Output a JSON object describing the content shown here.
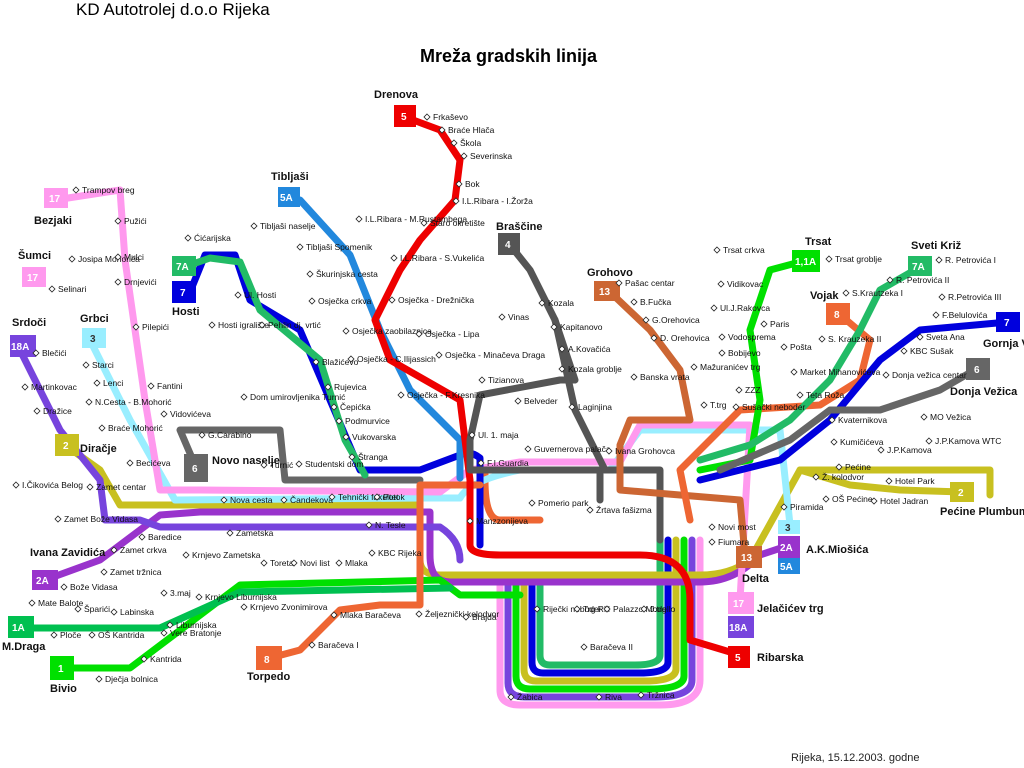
{
  "header": {
    "company": "KD Autotrolej d.o.o Rijeka",
    "title": "Mreža gradskih linija"
  },
  "footer": {
    "date": "Rijeka, 15.12.2003. godne"
  },
  "colors": {
    "line1": "#00e000",
    "line1A": "#00c050",
    "line2": "#c8c020",
    "line2A": "#9933cc",
    "line3": "#99eeff",
    "line4": "#555555",
    "line5": "#ee0000",
    "line5A": "#2288dd",
    "line6": "#666666",
    "line7": "#0000dd",
    "line7A": "#22bb66",
    "line8": "#ee6633",
    "line13": "#cc6633",
    "line17": "#ff99ee",
    "line18A": "#7744dd"
  },
  "terminals": [
    {
      "id": "drenova",
      "name": "Drenova",
      "line": "5"
    },
    {
      "id": "tibljasi",
      "name": "Tibljaši",
      "line": "5A"
    },
    {
      "id": "brascine",
      "name": "Braščine",
      "line": "4"
    },
    {
      "id": "grohovo",
      "name": "Grohovo",
      "line": "13"
    },
    {
      "id": "trsat",
      "name": "Trsat",
      "line": "1,1A"
    },
    {
      "id": "sveti-kriz",
      "name": "Sveti Križ",
      "line": "7A"
    },
    {
      "id": "gornja-vezica",
      "name": "Gornja Vežica",
      "line": "7"
    },
    {
      "id": "vojak",
      "name": "Vojak",
      "line": "8"
    },
    {
      "id": "donja-vezica",
      "name": "Donja Vežica",
      "line": "6"
    },
    {
      "id": "pecine",
      "name": "Pećine Plumbum",
      "line": "2"
    },
    {
      "id": "a-k-miosica",
      "name": "A.K.Miošića",
      "line": "2A"
    },
    {
      "id": "delta",
      "name": "Delta",
      "line": "13"
    },
    {
      "id": "jelacicev",
      "name": "Jelačićev trg",
      "line": "17"
    },
    {
      "id": "ribarska",
      "name": "Ribarska",
      "line": "5"
    },
    {
      "id": "bezjaki",
      "name": "Bezjaki",
      "line": "17"
    },
    {
      "id": "sumci",
      "name": "Šumci",
      "line": "17"
    },
    {
      "id": "srdoci",
      "name": "Srdoči",
      "line": "18A"
    },
    {
      "id": "grbci",
      "name": "Grbci",
      "line": "3"
    },
    {
      "id": "hosti",
      "name": "Hosti",
      "line": "7"
    },
    {
      "id": "diracje",
      "name": "Diračje",
      "line": "2"
    },
    {
      "id": "novo-naselje",
      "name": "Novo naselje",
      "line": "6"
    },
    {
      "id": "ivana-zavidica",
      "name": "Ivana Zavidića",
      "line": "2A"
    },
    {
      "id": "m-draga",
      "name": "M.Draga",
      "line": "1A"
    },
    {
      "id": "bivio",
      "name": "Bivio",
      "line": "1"
    },
    {
      "id": "torpedo",
      "name": "Torpedo",
      "line": "8"
    }
  ],
  "stops": {
    "s1": "Frkaševo",
    "s2": "Braće Hlača",
    "s3": "Škola",
    "s4": "Severinska",
    "s5": "Bok",
    "s6": "I.L.Ribara - I.Žorža",
    "s7": "I.L.Ribara - M.Rustambega",
    "s8": "Staro okretište",
    "s9": "I.L.Ribara - S.Vukelića",
    "s10": "Tibljaši naselje",
    "s11": "Tibljaši Spomenik",
    "s12": "Škurinjska cesta",
    "s13": "Osječka crkva",
    "s14": "Osječka - Drežnička",
    "s15": "Osječka zaobilaznica",
    "s16": "Osječka - Lipa",
    "s17": "Osječka - C.Ilijassich",
    "s18": "Osječka - Minačeva Draga",
    "s19": "Osječka - F.Kresnika",
    "s20": "Ul. 1. maja",
    "s21": "Vinas",
    "s22": "Kozala",
    "s23": "Kapitanovo",
    "s24": "A.Kovačića",
    "s25": "Kozala groblje",
    "s26": "Tizianova",
    "s27": "Belveder",
    "s28": "Laginjina",
    "s29": "F.I.Guardia",
    "s30": "Guvernerova palača",
    "s31": "Pomerio park",
    "s32": "Žrtava fašizma",
    "s33": "Manzzonijeva",
    "s34": "N. Tesle",
    "s35": "Pašac centar",
    "s36": "B.Fučka",
    "s37": "G.Orehovica",
    "s38": "D. Orehovica",
    "s39": "Banska vrata",
    "s40": "Ivana Grohovca",
    "s41": "Trsat crkva",
    "s42": "Trsat groblje",
    "s43": "Vidikovac",
    "s44": "S.Krautzeka I",
    "s45": "Ul.J.Rakovca",
    "s46": "Paris",
    "s47": "S. Krauzeka II",
    "s48": "Vodosprema",
    "s49": "Pošta",
    "s50": "Bobijevo",
    "s51": "Mažuranićev trg",
    "s52": "ZZZ",
    "s53": "Market Mihanovićeva",
    "s54": "T.trg",
    "s55": "Sušački neboder",
    "s56": "Teta Roža",
    "s57": "R. Petrovića I",
    "s58": "R. Petrovića II",
    "s59": "R.Petrovića III",
    "s60": "F.Belulovića",
    "s61": "Sveta Ana",
    "s62": "KBC Sušak",
    "s63": "Donja vežica centar",
    "s64": "Kvaternikova",
    "s65": "MO Vežica",
    "s66": "Kumičićeva",
    "s67": "J.P.Kamova",
    "s68": "J.P.Kamova WTC",
    "s69": "Pećine",
    "s70": "Ž. kolodvor",
    "s71": "Hotel Park",
    "s72": "OŠ Pećine",
    "s73": "Hotel Jadran",
    "s74": "Piramida",
    "s75": "Novi most",
    "s76": "Fiumara",
    "s77": "Riječki neboder",
    "s78": "Trg RH",
    "s79": "Palazzo Modello",
    "s80": "J.trg",
    "s81": "Baračeva II",
    "s82": "Žabica",
    "s83": "Riva",
    "s84": "Tržnica",
    "s85": "Željeznički kolodvor",
    "s86": "Brajda",
    "s87": "Mlaka Baračeva",
    "s88": "Baračeva I",
    "s89": "Mlaka",
    "s90": "KBC Rijeka",
    "s91": "Novi list",
    "s92": "Toreta",
    "s93": "Krnjevo Zametska",
    "s94": "Krnjevo Liburnijska",
    "s95": "Krnjevo Zvonimirova",
    "s96": "Zametska",
    "s97": "Potok",
    "s98": "Tehnički fakultet",
    "s99": "Studentski dom",
    "s100": "Čandekova",
    "s101": "Nova cesta",
    "s102": "Turnić",
    "s103": "G.Carabino",
    "s104": "Vidovićeva",
    "s105": "Dom umirovljenika Turnić",
    "s106": "Štranga",
    "s107": "Vukovarska",
    "s108": "Podmurvice",
    "s109": "Čepićka",
    "s110": "Rujevica",
    "s111": "Blažićevo",
    "s112": "Pehlin dj. vrtić",
    "s113": "Hosti igralište",
    "s114": "Ul. Hosti",
    "s115": "Ćićarijska",
    "s116": "Trampov breg",
    "s117": "Pužići",
    "s118": "Mulci",
    "s119": "Drnjevići",
    "s120": "Josipa Mohorića",
    "s121": "Selinari",
    "s122": "Pilepići",
    "s123": "Blečići",
    "s124": "Starci",
    "s125": "Martinkovac",
    "s126": "Lenci",
    "s127": "N.Cesta - B.Mohorić",
    "s128": "Fantini",
    "s129": "Dražice",
    "s130": "Braće Mohorić",
    "s131": "Becićeva",
    "s132": "I.Čikovića Belog",
    "s133": "Zamet centar",
    "s134": "Zamet Bože Vidasa",
    "s135": "Baredice",
    "s136": "Zamet crkva",
    "s137": "Zamet tržnica",
    "s138": "Bože Vidasa",
    "s139": "Mate Balote",
    "s140": "Šparići",
    "s141": "Labinska",
    "s142": "3.maj",
    "s143": "Liburnijska",
    "s144": "Vere Bratonje",
    "s145": "Ploče",
    "s146": "OŠ Kantrida",
    "s147": "Kantrida",
    "s148": "Dječja bolnica"
  }
}
